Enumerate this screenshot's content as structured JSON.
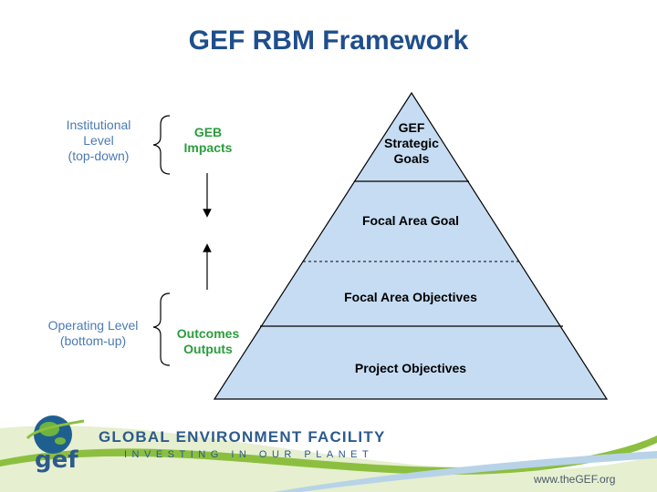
{
  "title": "GEF RBM Framework",
  "left_labels": {
    "institutional": [
      "Institutional",
      "Level",
      "(top-down)"
    ],
    "operating": [
      "Operating Level",
      "(bottom-up)"
    ]
  },
  "middle_labels": {
    "top": [
      "GEB",
      "Impacts"
    ],
    "bottom": [
      "Outcomes",
      "Outputs"
    ]
  },
  "pyramid_tiers": {
    "apex": [
      "GEF",
      "Strategic",
      "Goals"
    ],
    "tier2": "Focal Area Goal",
    "tier3": "Focal Area Objectives",
    "tier4": "Project Objectives"
  },
  "footer": {
    "logo_text": "gef",
    "organization": "GLOBAL ENVIRONMENT FACILITY",
    "tagline": "INVESTING IN OUR PLANET",
    "url": "www.theGEF.org"
  },
  "colors": {
    "title": "#1f4e8c",
    "left_labels": "#4a7ab5",
    "middle_labels": "#2a9d3c",
    "pyramid_fill": "#c6dcf3",
    "footer_text": "#2d5a8e"
  }
}
